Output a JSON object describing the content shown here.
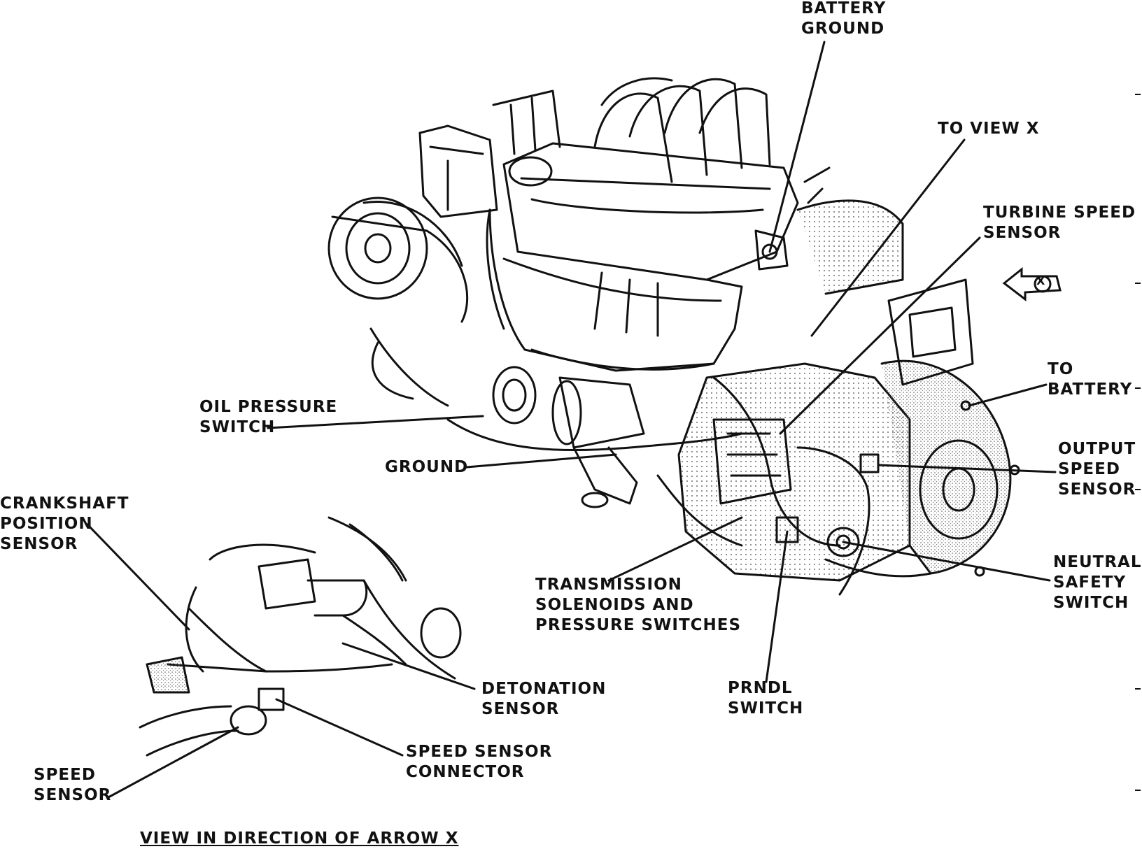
{
  "callouts": {
    "battery_ground": [
      "BATTERY",
      "GROUND"
    ],
    "to_view_x": [
      "TO VIEW X"
    ],
    "turbine_speed_sensor": [
      "TURBINE SPEED",
      "SENSOR"
    ],
    "view_marker": "X",
    "to_battery": [
      "TO",
      "BATTERY"
    ],
    "output_speed_sensor": [
      "OUTPUT",
      "SPEED",
      "SENSOR"
    ],
    "neutral_safety_switch": [
      "NEUTRAL",
      "SAFETY",
      "SWITCH"
    ],
    "oil_pressure_switch": [
      "OIL PRESSURE",
      "SWITCH"
    ],
    "ground": [
      "GROUND"
    ],
    "transmission_solenoids": [
      "TRANSMISSION",
      "SOLENOIDS AND",
      "PRESSURE SWITCHES"
    ],
    "prndl_switch": [
      "PRNDL",
      "SWITCH"
    ],
    "crankshaft_position_sensor": [
      "CRANKSHAFT",
      "POSITION",
      "SENSOR"
    ],
    "detonation_sensor": [
      "DETONATION",
      "SENSOR"
    ],
    "speed_sensor_connector": [
      "SPEED SENSOR",
      "CONNECTOR"
    ],
    "speed_sensor": [
      "SPEED",
      "SENSOR"
    ]
  },
  "caption": "VIEW IN DIRECTION OF ARROW X"
}
